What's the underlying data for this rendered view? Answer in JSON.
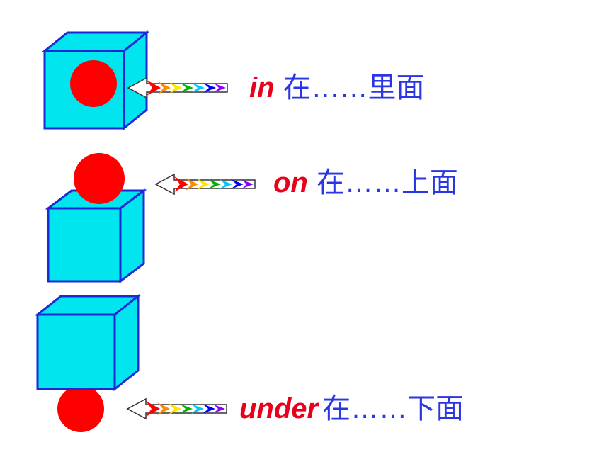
{
  "colors": {
    "cube_fill": "#00E5EE",
    "cube_stroke": "#1a2bd6",
    "ball": "#ff0000",
    "word": "#e8001c",
    "meaning": "#2a35e6",
    "arrow_rainbow": [
      "#ff0000",
      "#ff8c00",
      "#ffe600",
      "#00b400",
      "#00c8ff",
      "#0000ff",
      "#8b00ff"
    ]
  },
  "items": [
    {
      "word": "in",
      "meaning": "在……里面"
    },
    {
      "word": "on",
      "meaning": "在……上面"
    },
    {
      "word": "under",
      "meaning": "在……下面"
    }
  ]
}
